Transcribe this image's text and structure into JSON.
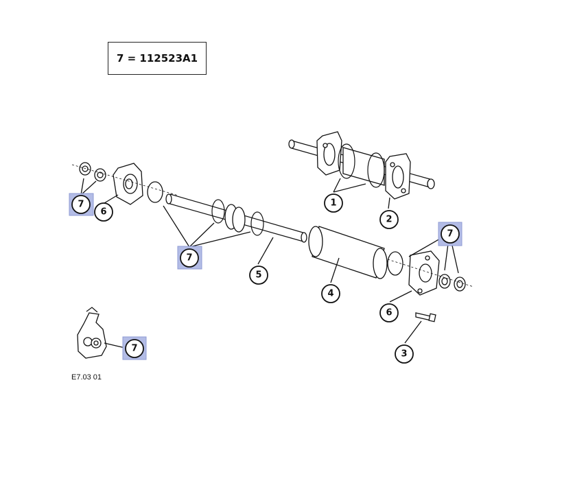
{
  "legend": {
    "text": "7 = 112523A1"
  },
  "figure_code": "E7.03 01",
  "callouts": [
    {
      "label": "7",
      "highlighted": true
    },
    {
      "label": "6",
      "highlighted": false
    },
    {
      "label": "7",
      "highlighted": true
    },
    {
      "label": "5",
      "highlighted": false
    },
    {
      "label": "1",
      "highlighted": false
    },
    {
      "label": "2",
      "highlighted": false
    },
    {
      "label": "4",
      "highlighted": false
    },
    {
      "label": "7",
      "highlighted": true
    },
    {
      "label": "6",
      "highlighted": false
    },
    {
      "label": "3",
      "highlighted": false
    },
    {
      "label": "7",
      "highlighted": true
    }
  ],
  "colors": {
    "highlight": "#b3bce6",
    "ink": "#111111",
    "background": "#ffffff"
  }
}
